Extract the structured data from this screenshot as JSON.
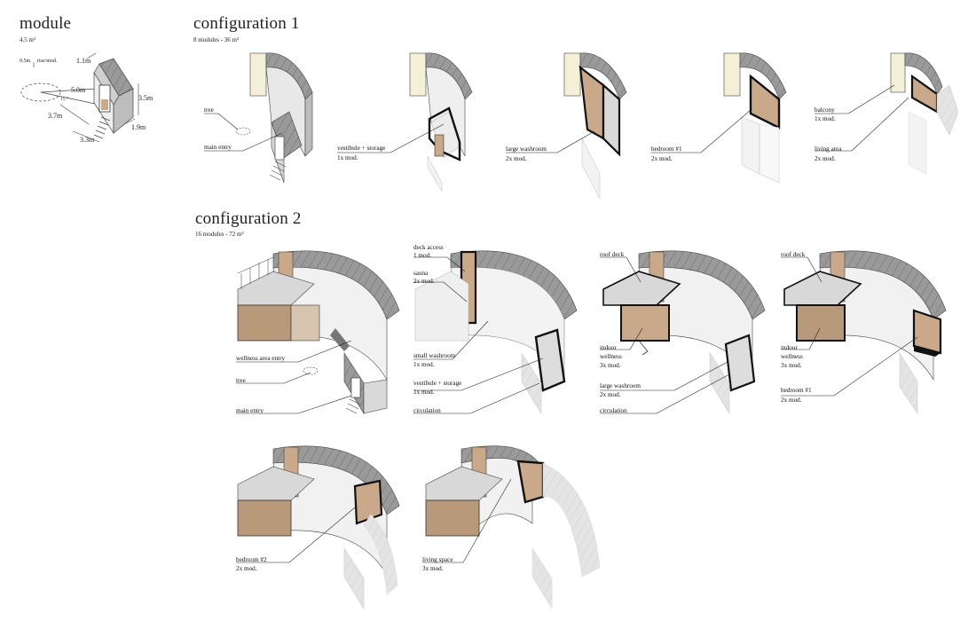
{
  "module": {
    "title": "module",
    "area": "4.5 m²",
    "dims": {
      "rise": "0.5m",
      "rise_note": "rise/mod.",
      "width_top": "1.1m",
      "radius": "5.0m",
      "angle": "15 °",
      "height": "3.5m",
      "arc_len": "3.7m",
      "depth": "1.9m",
      "base": "3.3m"
    }
  },
  "config1": {
    "title": "configuration 1",
    "subtitle": "8 modules - 36 m²",
    "labels": {
      "tree": "tree",
      "main_entry": "main entry",
      "vestibule": "vestibule + storage",
      "vestibule_mod": "1x mod.",
      "large_washroom": "large washroom",
      "large_washroom_mod": "2x mod.",
      "bedroom1": "bedroom #1",
      "bedroom1_mod": "2x mod.",
      "balcony": "balcony",
      "balcony_mod": "1x mod.",
      "living": "living area",
      "living_mod": "2x mod."
    }
  },
  "config2": {
    "title": "configuration 2",
    "subtitle": "16 modules - 72 m²",
    "labels": {
      "wellness_entry": "wellness area entry",
      "tree": "tree",
      "main_entry": "main entry",
      "deck_access": "deck access",
      "deck_access_mod": "1 mod.",
      "sauna": "sauna",
      "sauna_mod": "2x mod.",
      "small_washroom": "small washroom",
      "small_washroom_mod": "1x mod.",
      "vestibule": "vestibule + storage",
      "vestibule_mod": "1x mod.",
      "circulation_a": "circulation",
      "roof_deck_a": "roof deck",
      "indoor_wellness_a": "indoor",
      "indoor_wellness_a2": "wellness",
      "indoor_wellness_a_mod": "3x mod.",
      "large_washroom": "large washroom",
      "large_washroom_mod": "2x mod.",
      "circulation_b": "circulation",
      "roof_deck_b": "roof deck",
      "indoor_wellness_b": "indoor",
      "indoor_wellness_b2": "wellness",
      "indoor_wellness_b_mod": "3x mod.",
      "bedroom1": "bedroom #1",
      "bedroom1_mod": "2x mod.",
      "bedroom2": "bedroom #2",
      "bedroom2_mod": "2x mod.",
      "living_space": "living space",
      "living_space_mod": "3x mod."
    }
  },
  "colors": {
    "roof": "#8a8a8a",
    "roof_light": "#cfcfcf",
    "wall": "#f2f2f2",
    "wood": "#c9a98a",
    "highlight": "#111111",
    "ghost": "#e6e6e6",
    "cream": "#f4f0d8"
  }
}
